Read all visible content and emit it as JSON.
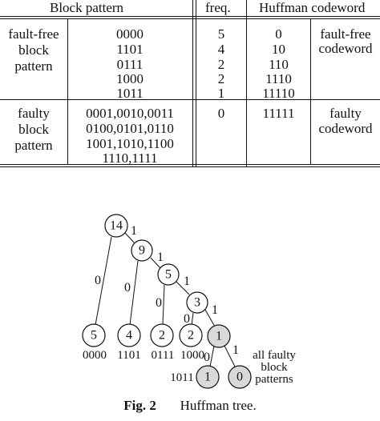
{
  "table": {
    "headers": {
      "block_pattern": "Block pattern",
      "freq": "freq.",
      "codeword": "Huffman codeword"
    },
    "groups": [
      {
        "label_lines": [
          "fault-free",
          "block",
          "pattern"
        ],
        "patterns": [
          "0000",
          "1101",
          "0111",
          "1000",
          "1011"
        ],
        "freqs": [
          "5",
          "4",
          "2",
          "2",
          "1"
        ],
        "codewords": [
          "0",
          "10",
          "110",
          "1110",
          "11110"
        ],
        "codeword_type_lines": [
          "fault-free",
          "codeword"
        ]
      },
      {
        "label_lines": [
          "faulty",
          "block",
          "pattern"
        ],
        "patterns": [
          "0001,0010,0011",
          "0100,0101,0110",
          "1001,1010,1100",
          "1110,1111"
        ],
        "freqs": [
          "0"
        ],
        "codewords": [
          "11111"
        ],
        "codeword_type_lines": [
          "faulty",
          "codeword"
        ]
      }
    ]
  },
  "tree": {
    "nodes": {
      "root": "14",
      "n9": "9",
      "n5": "5",
      "n3": "3",
      "leaf_5": "5",
      "leaf_4": "4",
      "leaf_2a": "2",
      "leaf_2b": "2",
      "n1": "1",
      "leaf_1": "1",
      "leaf_0": "0"
    },
    "edge_labels": {
      "root_right": "1",
      "root_left": "0",
      "n9_right": "1",
      "n9_left": "0",
      "n5_right": "1",
      "n5_left": "0",
      "n3_right": "1",
      "n3_left": "0",
      "n1_left": "0",
      "n1_right": "1"
    },
    "leaf_patterns": {
      "leaf_5": "0000",
      "leaf_4": "1101",
      "leaf_2a": "0111",
      "leaf_2b": "1000",
      "leaf_1": "1011"
    },
    "faulty_note_lines": [
      "all faulty",
      "block",
      "patterns"
    ],
    "colors": {
      "shaded_node": "#d9d9d9",
      "node_border": "#111111"
    }
  },
  "caption": {
    "fig": "Fig. 2",
    "text": "Huffman tree."
  }
}
